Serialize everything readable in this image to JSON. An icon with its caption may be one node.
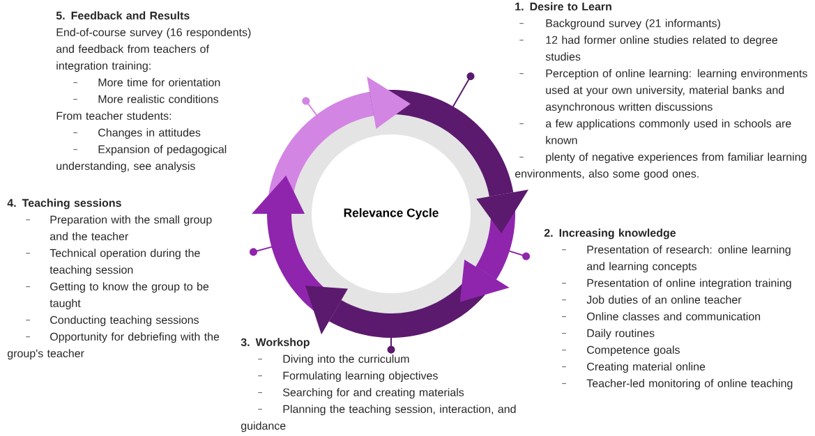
{
  "diagram": {
    "nodes": [
      {
        "text": [
          "5. Feedback and Results",
          "End-of-course survey (16 respondents) and feedback from teachers of integration training:",
          "More time for orientation",
          "More realistic conditions",
          "From teacher students:",
          "Changes in attitudes",
          "Expansion of pedagogical understanding, see analysis"
        ]
      },
      {
        "text": [
          "1. Desire to Learn",
          "Background survey (21 informants)",
          "12 had former online studies related to degree studies",
          "Perception of online learning: learning environments used at your own university, material banks and asynchronous written discussions",
          "a few applications commonly used in schools are known",
          "plenty of negative experiences from familiar learning environments, also some good ones."
        ]
      },
      {
        "text": [
          "4. Teaching sessions",
          "Preparation with the small group and the teacher",
          "Technical operation during the teaching session",
          "Getting to know the group to be taught",
          "Conducting teaching sessions",
          "Opportunity for debriefing with the group's teacher"
        ]
      },
      {
        "text": [
          "Relevance Cycle"
        ]
      },
      {
        "text": [
          "2. Increasing knowledge",
          "Presentation of research: online learning and learning concepts",
          "Presentation of online integration training",
          "Job duties of an online teacher",
          "Online classes and communication",
          "Daily routines",
          "Competence goals",
          "Creating material online",
          "Teacher-led monitoring of online teaching"
        ]
      },
      {
        "text": [
          "3. Workshop",
          "Diving into the curriculum",
          "Formulating learning objectives",
          "Searching for and creating materials",
          "Planning the teaching session, interaction, and guidance"
        ]
      }
    ]
  }
}
